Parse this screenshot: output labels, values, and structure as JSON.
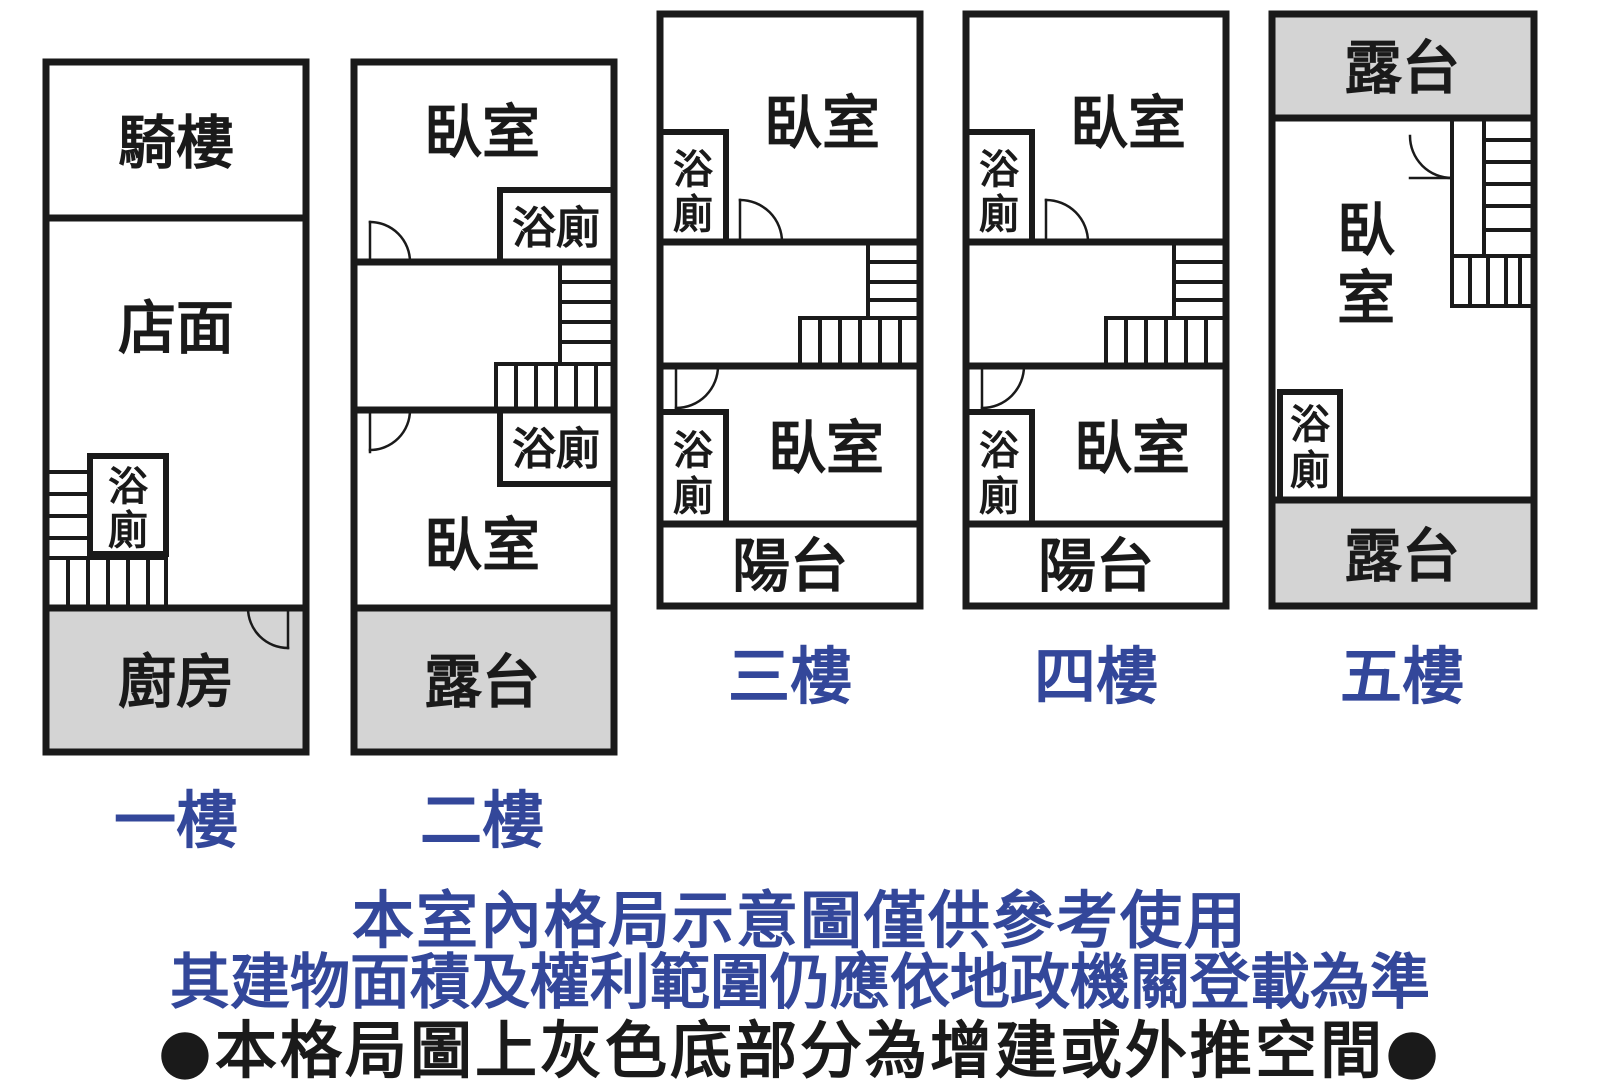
{
  "colors": {
    "wall": "#1a1a1a",
    "extension_fill": "#d4d4d4",
    "floor_label": "#33479a",
    "note_blue": "#33479a",
    "note_black": "#1a1a1a"
  },
  "floors": {
    "f1": {
      "label": "一樓",
      "rooms": {
        "arcade": "騎樓",
        "store": "店面",
        "bath_line1": "浴",
        "bath_line2": "廁",
        "kitchen": "廚房"
      }
    },
    "f2": {
      "label": "二樓",
      "rooms": {
        "bedroom_top": "臥室",
        "bath_top": "浴廁",
        "bath_bottom": "浴廁",
        "bedroom_bottom": "臥室",
        "terrace": "露台"
      }
    },
    "f3": {
      "label": "三樓",
      "rooms": {
        "bedroom_top": "臥室",
        "bath_top_line1": "浴",
        "bath_top_line2": "廁",
        "bath_bottom_line1": "浴",
        "bath_bottom_line2": "廁",
        "bedroom_bottom": "臥室",
        "balcony": "陽台"
      }
    },
    "f4": {
      "label": "四樓",
      "rooms": {
        "bedroom_top": "臥室",
        "bath_top_line1": "浴",
        "bath_top_line2": "廁",
        "bath_bottom_line1": "浴",
        "bath_bottom_line2": "廁",
        "bedroom_bottom": "臥室",
        "balcony": "陽台"
      }
    },
    "f5": {
      "label": "五樓",
      "rooms": {
        "terrace_top": "露台",
        "bedroom_line1": "臥",
        "bedroom_line2": "室",
        "bath_line1": "浴",
        "bath_line2": "廁",
        "terrace_bottom": "露台"
      }
    }
  },
  "notes": {
    "line1": "本室內格局示意圖僅供參考使用",
    "line2": "其建物面積及權利範圍仍應依地政機關登載為準",
    "line3": "●本格局圖上灰色底部分為增建或外推空間●"
  }
}
